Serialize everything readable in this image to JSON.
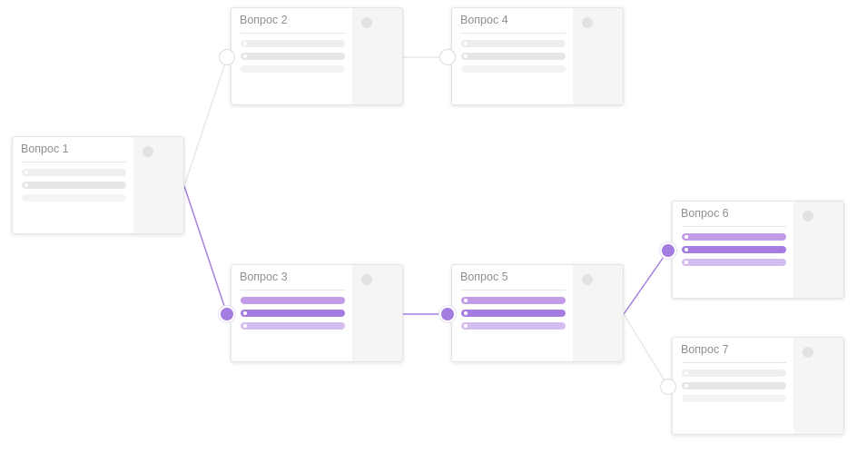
{
  "questions": [
    {
      "id": "q1",
      "title": "Вопрос 1",
      "active": false
    },
    {
      "id": "q2",
      "title": "Вопрос 2",
      "active": false
    },
    {
      "id": "q3",
      "title": "Вопрос 3",
      "active": true
    },
    {
      "id": "q4",
      "title": "Вопрос 4",
      "active": false
    },
    {
      "id": "q5",
      "title": "Вопрос 5",
      "active": true
    },
    {
      "id": "q6",
      "title": "Вопрос 6",
      "active": true
    },
    {
      "id": "q7",
      "title": "Вопрос 7",
      "active": false
    }
  ],
  "connections": [
    {
      "from": "q1",
      "to": "q2",
      "active": false
    },
    {
      "from": "q1",
      "to": "q3",
      "active": true
    },
    {
      "from": "q2",
      "to": "q4",
      "active": false
    },
    {
      "from": "q3",
      "to": "q5",
      "active": true
    },
    {
      "from": "q5",
      "to": "q6",
      "active": true
    },
    {
      "from": "q5",
      "to": "q7",
      "active": false
    }
  ],
  "colors": {
    "accent": "#a57de0",
    "accent_light": "#c39ce8",
    "accent_lighter": "#d5bdf0",
    "inactive_line": "#e8e8e8",
    "card_border": "#e4e4e4",
    "title_text": "#8f8f8f"
  }
}
